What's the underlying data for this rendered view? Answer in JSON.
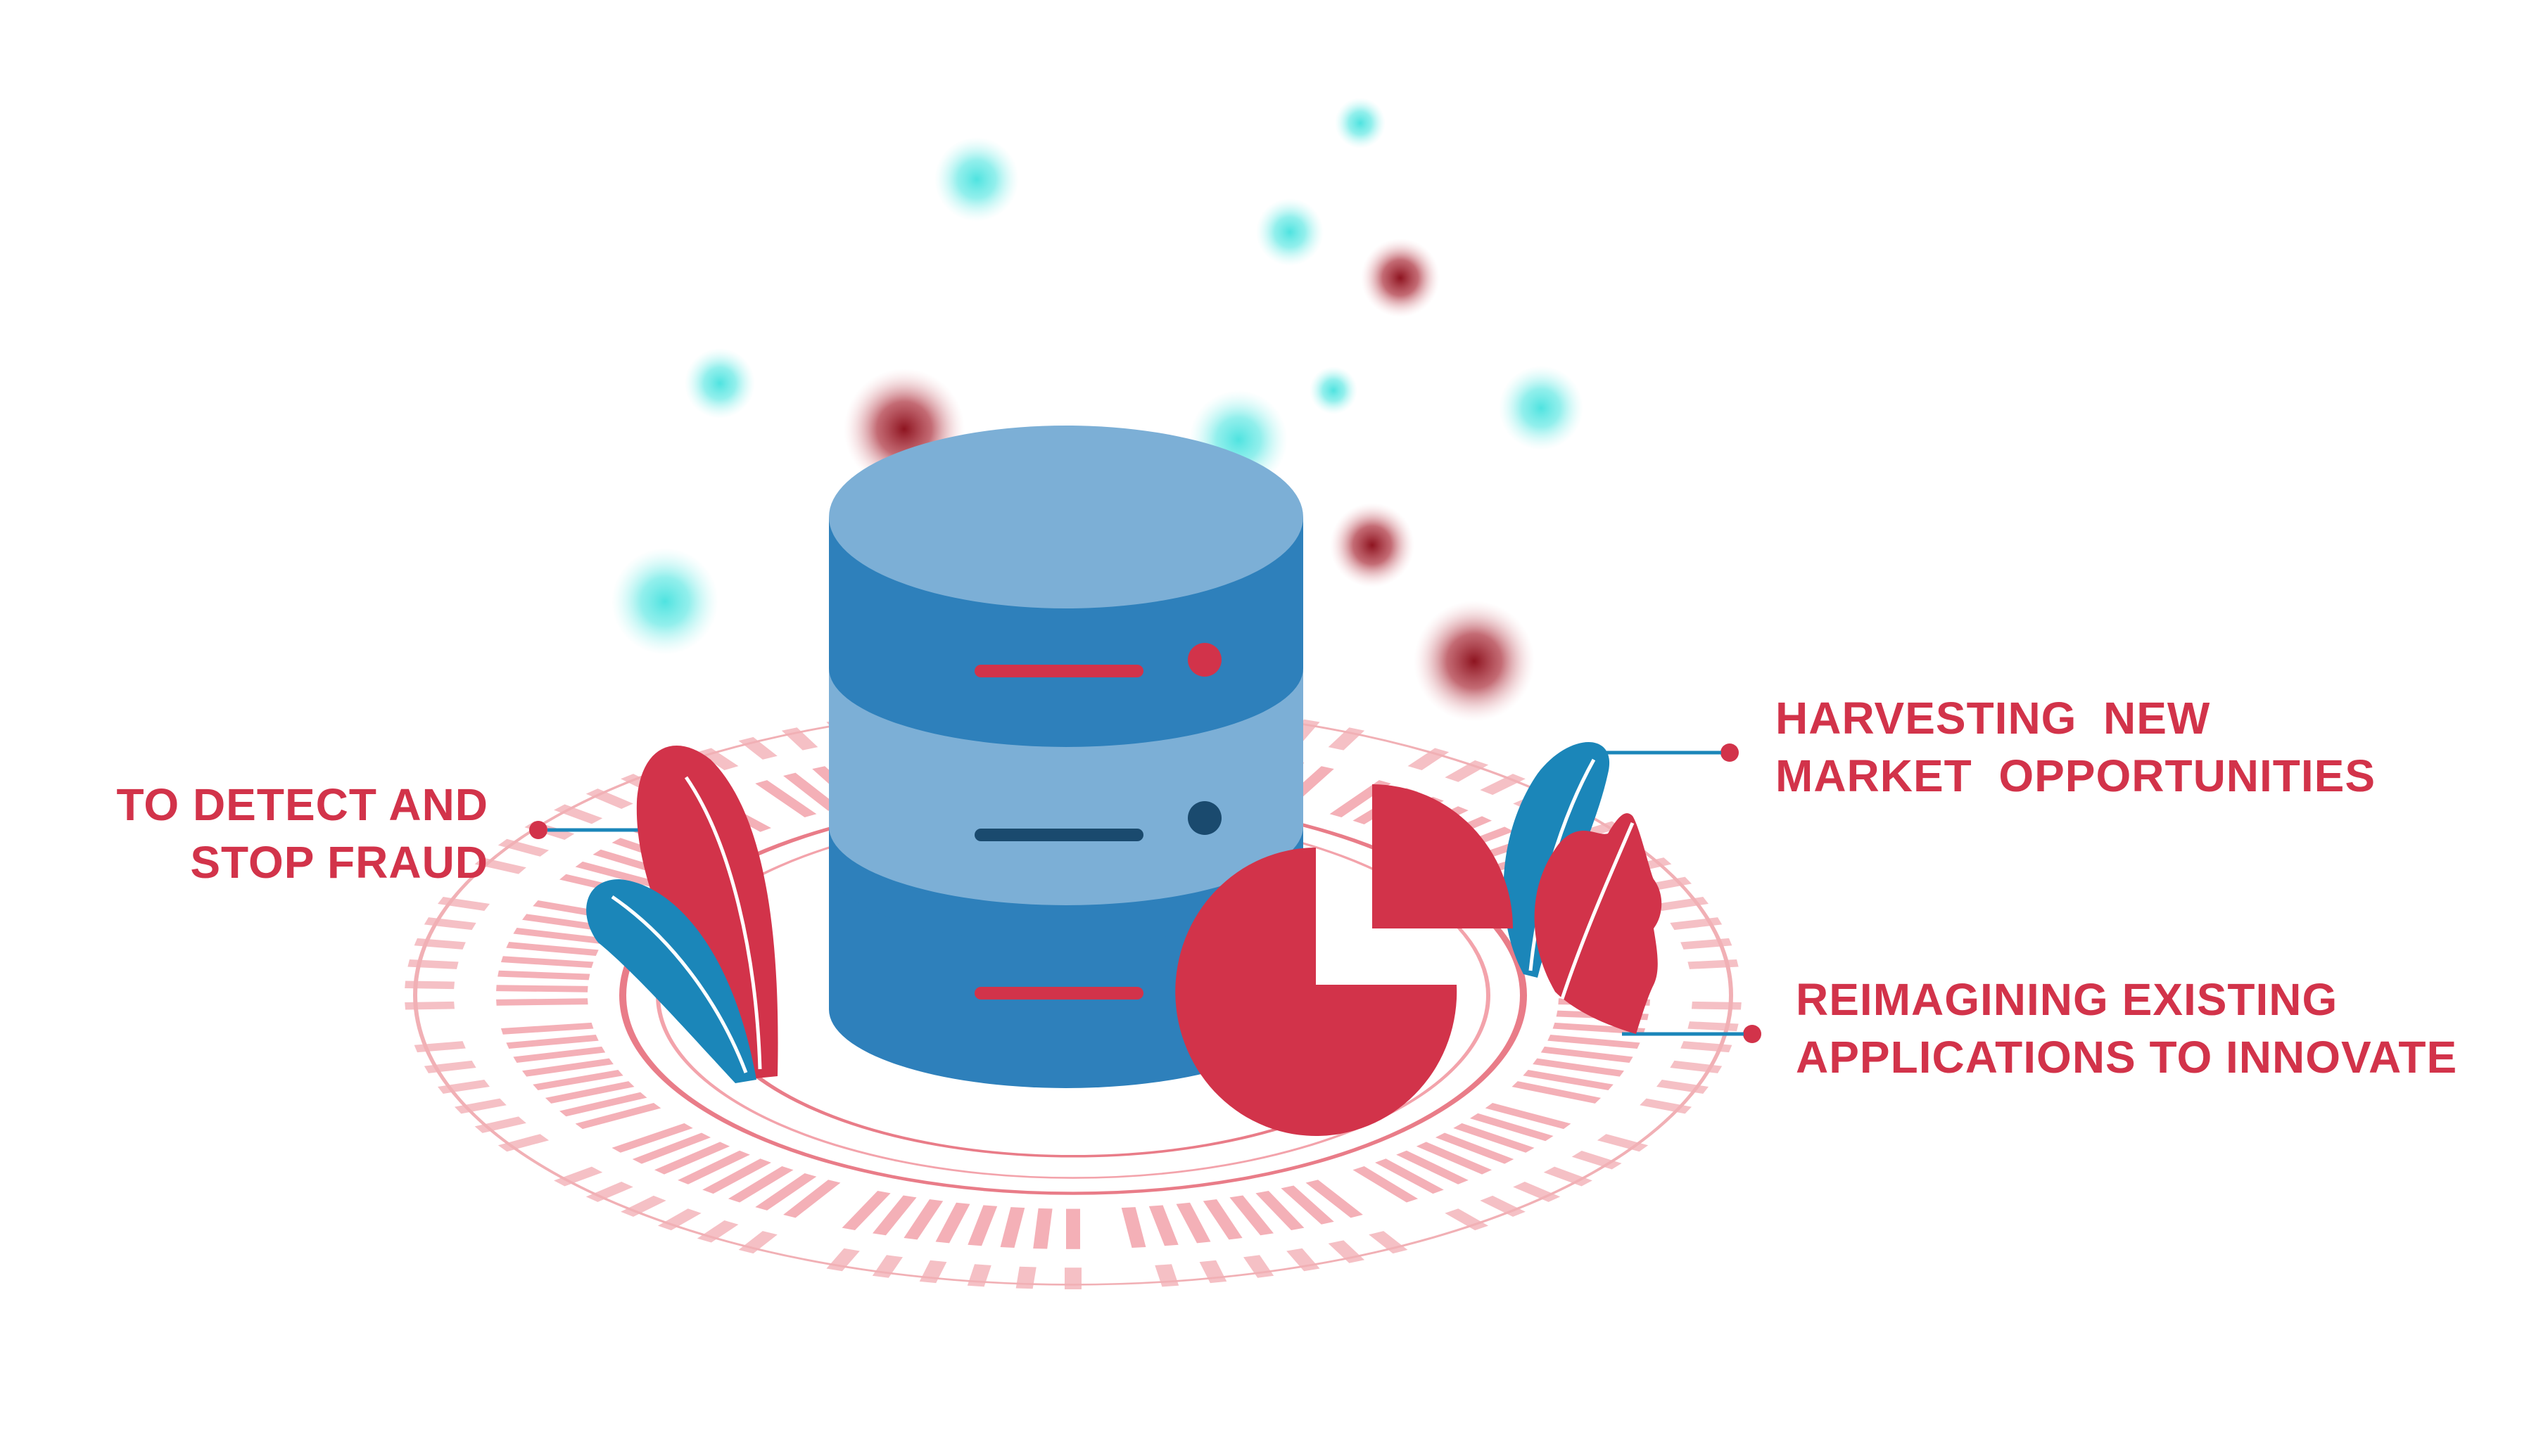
{
  "colors": {
    "accent_red": "#d2334a",
    "db_blue": "#2e80bb",
    "db_light": "#7cafd6",
    "db_dark": "#1a4a6e",
    "leaf_blue": "#1b86b9",
    "glow_cyan": "#4fe3e0",
    "glow_maroon": "#8e1420",
    "ring_pink": "#f1b0b5"
  },
  "callouts": {
    "fraud": "TO DETECT AND\nSTOP FRAUD",
    "market": "HARVESTING  NEW\nMARKET  OPPORTUNITIES",
    "innovate": "REIMAGINING EXISTING\nAPPLICATIONS TO INNOVATE"
  },
  "icons": {
    "database": "database-icon",
    "pie": "pie-chart-icon",
    "leaves": "leaf-icon",
    "particles": "glow-particle-icon"
  }
}
